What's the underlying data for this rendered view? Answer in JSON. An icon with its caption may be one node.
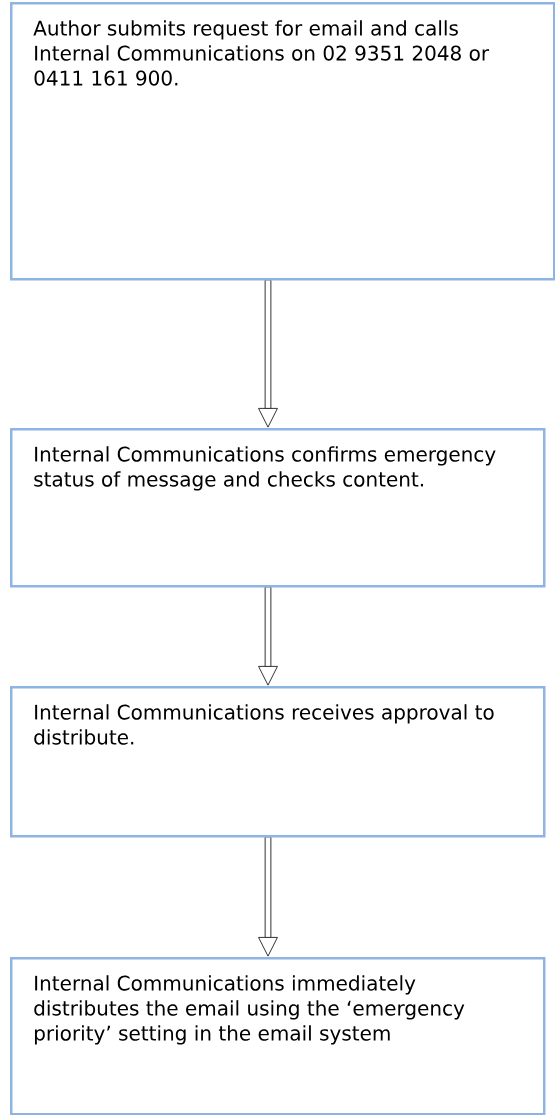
{
  "diagram": {
    "nodes": [
      {
        "text": [
          "Author submits request for email and calls Internal Communications on 02 9351 2048 or 0411 161 900."
        ]
      },
      {
        "text": [
          "Internal Communications confirms emergency status of message and checks content."
        ]
      },
      {
        "text": [
          "Internal Communications receives approval to distribute."
        ]
      },
      {
        "text": [
          "Internal Communications immediately distributes the email using the ‘emergency priority’ setting in the email system"
        ]
      }
    ],
    "edges": [
      {
        "from": 0,
        "to": 1,
        "arrow": "to"
      },
      {
        "from": 1,
        "to": 2,
        "arrow": "to"
      },
      {
        "from": 2,
        "to": 3,
        "arrow": "to"
      }
    ]
  }
}
